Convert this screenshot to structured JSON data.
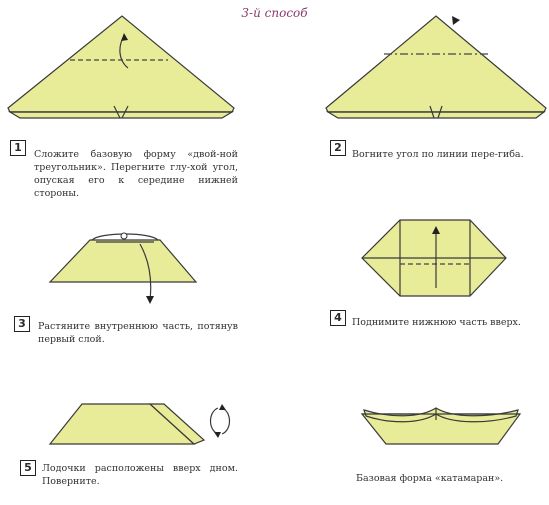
{
  "title": "3-й способ",
  "steps": [
    {
      "number": "1",
      "text": "Сложите базовую форму «двой-ной треугольник». Перегните глу-хой угол, опуская его к середине нижней стороны."
    },
    {
      "number": "2",
      "text": "Вогните угол по линии пере-гиба."
    },
    {
      "number": "3",
      "text": "Растяните внутреннюю часть, потянув первый слой."
    },
    {
      "number": "4",
      "text": "Поднимите нижнюю часть вверх."
    },
    {
      "number": "5",
      "text": "Лодочки расположены вверх дном. Поверните."
    },
    {
      "number": "",
      "text": "Базовая форма «катамаран»."
    }
  ],
  "colors": {
    "paper": "#e8ec98",
    "outline": "#3a3a3a",
    "heading": "#8a3a6c"
  }
}
